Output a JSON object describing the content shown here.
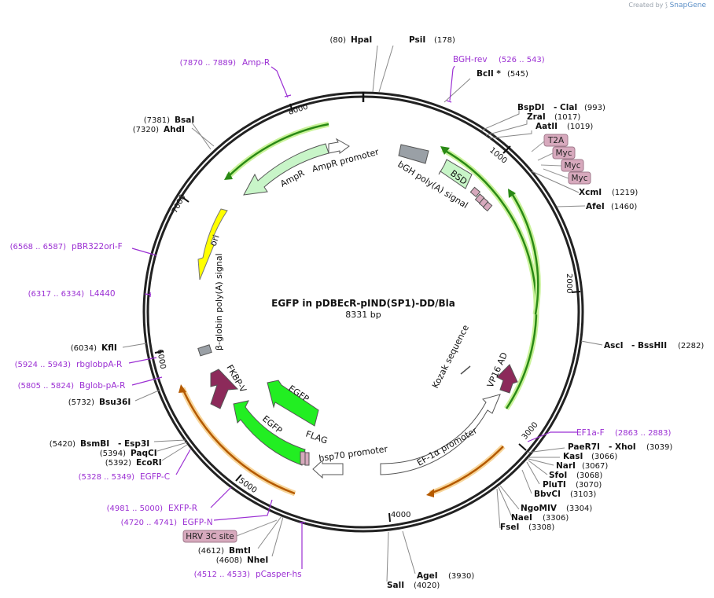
{
  "credit": {
    "prefix": "Created by",
    "brand": "SnapGene"
  },
  "plasmid": {
    "name": "EGFP in pDBEcR-pIND(SP1)-DD/Bla",
    "length": "8331 bp"
  },
  "ticks": [
    "1000",
    "2000",
    "3000",
    "4000",
    "5000",
    "6000",
    "7000",
    "8000"
  ],
  "sites": [
    {
      "pos": "(80)",
      "name": "HpaI"
    },
    {
      "pos": "(178)",
      "name": "PsiI"
    },
    {
      "pos": "(545)",
      "name": "BclI *"
    },
    {
      "pos": "(993)",
      "name": "BspDI",
      "alt": "- ClaI"
    },
    {
      "pos": "(1017)",
      "name": "ZraI"
    },
    {
      "pos": "(1019)",
      "name": "AatII"
    },
    {
      "pos": "(1219)",
      "name": "XcmI"
    },
    {
      "pos": "(1460)",
      "name": "AfeI"
    },
    {
      "pos": "(2282)",
      "name": "AscI",
      "alt": "- BssHII"
    },
    {
      "pos": "(3039)",
      "name": "PaeR7I",
      "alt": "- XhoI"
    },
    {
      "pos": "(3066)",
      "name": "KasI"
    },
    {
      "pos": "(3067)",
      "name": "NarI"
    },
    {
      "pos": "(3068)",
      "name": "SfoI"
    },
    {
      "pos": "(3070)",
      "name": "PluTI"
    },
    {
      "pos": "(3103)",
      "name": "BbvCI"
    },
    {
      "pos": "(3304)",
      "name": "NgoMIV"
    },
    {
      "pos": "(3306)",
      "name": "NaeI"
    },
    {
      "pos": "(3308)",
      "name": "FseI"
    },
    {
      "pos": "(3930)",
      "name": "AgeI"
    },
    {
      "pos": "(4020)",
      "name": "SalI"
    },
    {
      "pos": "(4608)",
      "name": "NheI"
    },
    {
      "pos": "(4612)",
      "name": "BmtI"
    },
    {
      "pos": "(5392)",
      "name": "EcoRI"
    },
    {
      "pos": "(5394)",
      "name": "PaqCI"
    },
    {
      "pos": "(5420)",
      "name": "BsmBI",
      "alt": "- Esp3I"
    },
    {
      "pos": "(5732)",
      "name": "Bsu36I"
    },
    {
      "pos": "(6034)",
      "name": "KflI"
    },
    {
      "pos": "(7320)",
      "name": "AhdI"
    },
    {
      "pos": "(7381)",
      "name": "BsaI"
    }
  ],
  "primers": [
    {
      "name": "Amp-R",
      "range": "(7870 .. 7889)"
    },
    {
      "name": "BGH-rev",
      "range": "(526 .. 543)"
    },
    {
      "name": "pBR322ori-F",
      "range": "(6568 .. 6587)"
    },
    {
      "name": "L4440",
      "range": "(6317 .. 6334)"
    },
    {
      "name": "rbglobpA-R",
      "range": "(5924 .. 5943)"
    },
    {
      "name": "Bglob-pA-R",
      "range": "(5805 .. 5824)"
    },
    {
      "name": "EF1a-F",
      "range": "(2863 .. 2883)"
    },
    {
      "name": "EGFP-C",
      "range": "(5328 .. 5349)"
    },
    {
      "name": "EXFP-R",
      "range": "(4981 .. 5000)"
    },
    {
      "name": "EGFP-N",
      "range": "(4720 .. 4741)"
    },
    {
      "name": "pCasper-hs",
      "range": "(4512 .. 4533)"
    }
  ],
  "tags": [
    "T2A",
    "Myc",
    "Myc",
    "Myc",
    "HRV 3C site"
  ],
  "features": {
    "ampr": "AmpR",
    "ampr_promoter": "AmpR promoter",
    "ori": "ori",
    "bgh_polya": "bGH poly(A) signal",
    "bsd": "BSD",
    "bglobin_polya": "β-globin poly(A) signal",
    "fkbp": "FKBP-V",
    "egfp1": "EGFP",
    "egfp2": "EGFP",
    "flag": "FLAG",
    "hsp70": "hsp70 promoter",
    "ef1a": "EF-1α promoter",
    "kozak": "Kozak sequence",
    "vp16": "VP16 AD"
  },
  "colors": {
    "backbone": "#222222",
    "ampr": "#c8f5c8",
    "ori": "#ffff00",
    "egfp": "#22ee22",
    "fkbp": "#8c2a5a",
    "vp16": "#8c2a5a",
    "polya": "#9aa0a6",
    "promoter": "#ffffff",
    "tag": "#d7a9bd",
    "primer": "#9b2fd3",
    "orf_green": "#2a8a15",
    "orf_glow_green": "#c9f299",
    "orf_orange": "#b55a00",
    "orf_glow_orange": "#f7d59a"
  }
}
